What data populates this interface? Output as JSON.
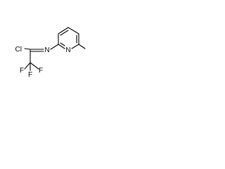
{
  "structure": {
    "atoms": {
      "chlorine": "Cl",
      "imine_nitrogen": "N",
      "pyridine_nitrogen": "N",
      "fluorine_1": "F",
      "fluorine_2": "F",
      "fluorine_3": "F"
    }
  }
}
